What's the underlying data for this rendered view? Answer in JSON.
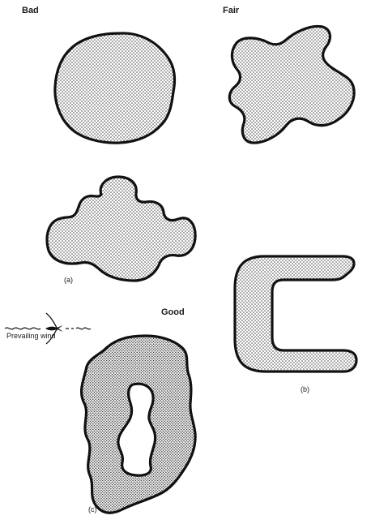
{
  "labels": {
    "bad": "Bad",
    "fair": "Fair",
    "good": "Good",
    "caption_a": "(a)",
    "caption_b": "(b)",
    "caption_c": "(c)",
    "wind": "Prevailing wind"
  },
  "colors": {
    "outline": "#111111",
    "dot": "#3a3a3a",
    "fill": "#ffffff"
  },
  "icons": {
    "wind_marker": "bird-icon"
  }
}
